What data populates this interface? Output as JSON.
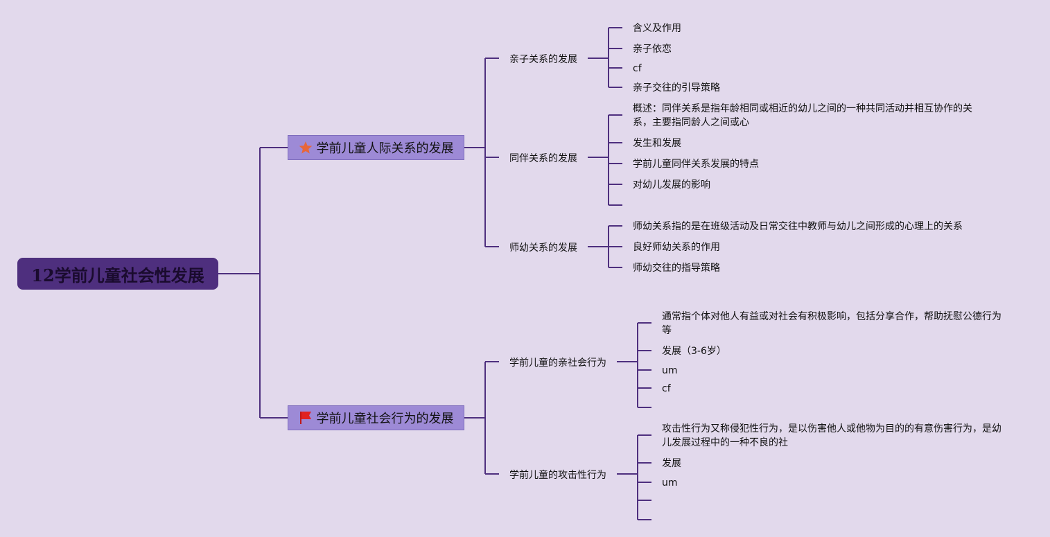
{
  "root": {
    "title": "12学前儿童社会性发展"
  },
  "branches": [
    {
      "title": "学前儿童人际关系的发展",
      "icon": "star-icon",
      "icon_color": "#e8663a",
      "children": [
        {
          "title": "亲子关系的发展",
          "children": [
            "含义及作用",
            "亲子依恋",
            "cf",
            "亲子交往的引导策略"
          ]
        },
        {
          "title": "同伴关系的发展",
          "children": [
            "概述：同伴关系是指年龄相同或相近的幼儿之间的一种共同活动并相互协作的关系，主要指同龄人之间或心",
            "发生和发展",
            "学前儿童同伴关系发展的特点",
            "对幼儿发展的影响",
            ""
          ]
        },
        {
          "title": "师幼关系的发展",
          "children": [
            "师幼关系指的是在班级活动及日常交往中教师与幼儿之间形成的心理上的关系",
            "良好师幼关系的作用",
            "师幼交往的指导策略"
          ]
        }
      ]
    },
    {
      "title": "学前儿童社会行为的发展",
      "icon": "flag-icon",
      "icon_color": "#e02222",
      "children": [
        {
          "title": "学前儿童的亲社会行为",
          "children": [
            "通常指个体对他人有益或对社会有积极影响，包括分享合作，帮助抚慰公德行为等",
            "发展（3-6岁）",
            "um",
            "cf",
            ""
          ]
        },
        {
          "title": "学前儿童的攻击性行为",
          "children": [
            "攻击性行为又称侵犯性行为，是以伤害他人或他物为目的的有意伤害行为，是幼儿发展过程中的一种不良的社",
            "发展",
            "um",
            "",
            ""
          ]
        }
      ]
    }
  ],
  "colors": {
    "background": "#e2d9ec",
    "line": "#4e2f7e",
    "root": "#4e2f7e",
    "branch": "#9d8ad6"
  }
}
